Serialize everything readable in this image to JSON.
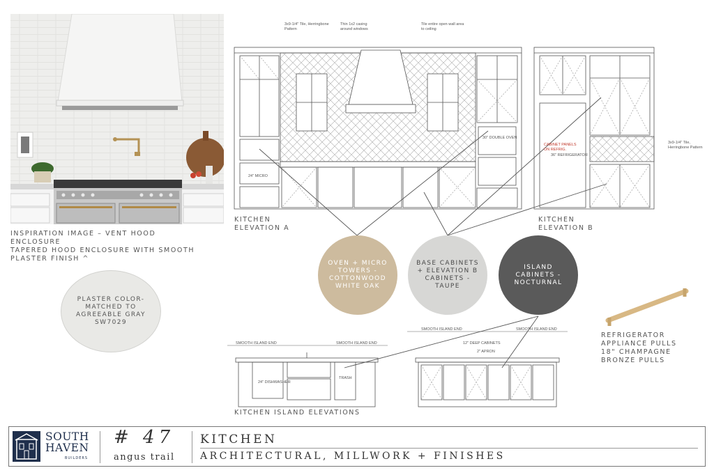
{
  "inspiration": {
    "caption_line1": "INSPIRATION IMAGE – VENT HOOD",
    "caption_line2": "ENCLOSURE",
    "caption_line3": "TAPERED HOOD ENCLOSURE WITH SMOOTH",
    "caption_line4": "PLASTER FINISH ^"
  },
  "plaster": {
    "line1": "PLASTER COLOR-",
    "line2": "MATCHED TO",
    "line3": "AGREEABLE GRAY",
    "line4": "SW7029",
    "color": "#e9e9e6"
  },
  "elevation_a": {
    "line1": "KITCHEN",
    "line2": "ELEVATION A"
  },
  "elevation_b": {
    "line1": "KITCHEN",
    "line2": "ELEVATION B"
  },
  "island_label": "KITCHEN ISLAND ELEVATIONS",
  "notes": {
    "tile": "3x9-1/4\" Tile, Herringbone Pattern",
    "casing": "Thin 1x2 casing around windows",
    "tile_wall": "Tile entire open wall area to ceiling",
    "tile_b": "3x9-1/4\" Tile, Herringbone Pattern",
    "micro": "24\" MICRO",
    "double_oven": "30\" DOUBLE OVEN",
    "cabinet_panels": "CABINET PANELS ON REFRIG.",
    "refrigerator": "36\" REFRIGERATOR",
    "dishwasher": "24\" DISHWASHER",
    "trash": "TRASH",
    "smooth_end_1": "SMOOTH ISLAND END",
    "smooth_end_2": "SMOOTH ISLAND END",
    "smooth_end_3": "SMOOTH ISLAND END",
    "smooth_end_4": "SMOOTH ISLAND END",
    "deep_cabinets": "12\" DEEP CABINETS",
    "apron": "2\" APRON"
  },
  "swatches": [
    {
      "lines": [
        "OVEN + MICRO",
        "TOWERS -",
        "COTTONWOOD",
        "WHITE OAK"
      ],
      "color": "#cdbb9e",
      "text_color": "#ffffff"
    },
    {
      "lines": [
        "BASE CABINETS",
        "+ ELEVATION B",
        "CABINETS -",
        "TAUPE"
      ],
      "color": "#d7d7d5",
      "text_color": "#4a4a4a"
    },
    {
      "lines": [
        "ISLAND",
        "CABINETS -",
        "NOCTURNAL"
      ],
      "color": "#5a5a5a",
      "text_color": "#ffffff"
    }
  ],
  "pulls": {
    "line1": "REFRIGERATOR",
    "line2": "APPLIANCE PULLS",
    "line3": "18\" CHAMPAGNE",
    "line4": "BRONZE PULLS",
    "color": "#d8b884"
  },
  "titlebar": {
    "brand_line1": "SOUTH",
    "brand_line2": "HAVEN",
    "brand_sub": "BUILDERS",
    "number": "# 47",
    "street": "angus trail",
    "title": "KITCHEN",
    "subtitle": "ARCHITECTURAL, MILLWORK + FINISHES",
    "brand_color": "#1f2f4c"
  }
}
